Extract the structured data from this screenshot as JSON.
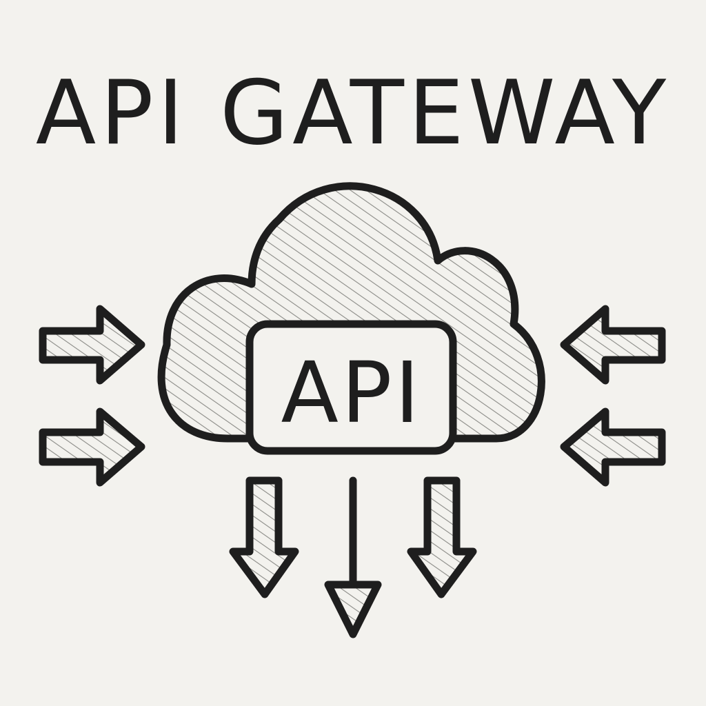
{
  "title": "API GATEWAY",
  "gateway": {
    "label": "API",
    "cloud_icon": "cloud-icon"
  },
  "incoming_arrows": {
    "left_count": 2,
    "right_count": 2,
    "icon": "arrow-icon"
  },
  "outgoing_arrows": {
    "count": 3,
    "icon": "arrow-down-icon"
  },
  "colors": {
    "ink": "#1e1e1e",
    "paper": "#f3f2ee",
    "hatch": "#8a8a86"
  }
}
